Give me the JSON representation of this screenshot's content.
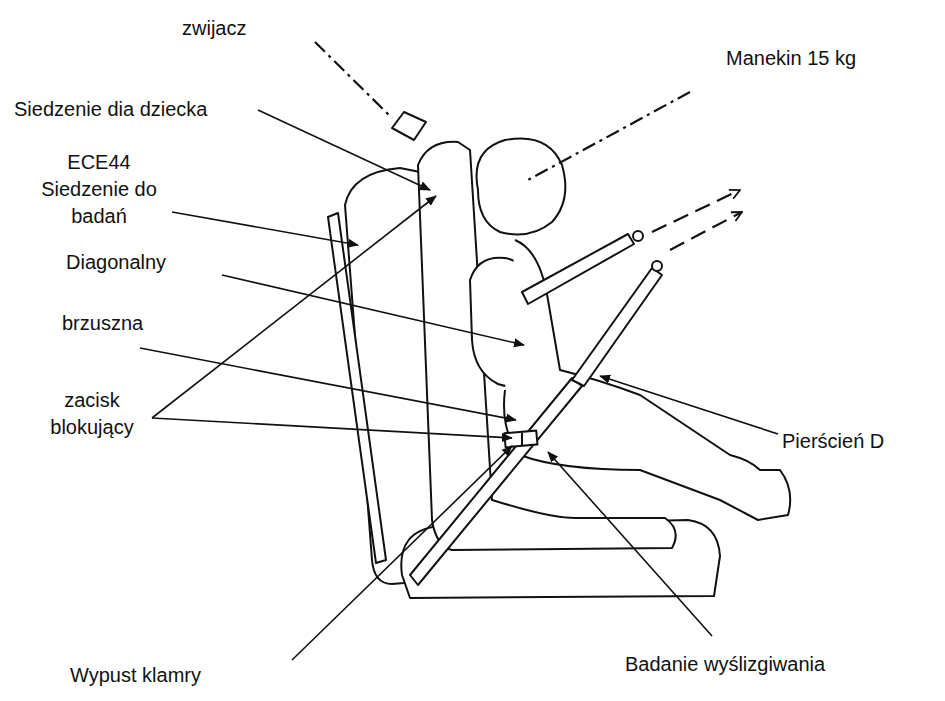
{
  "diagram": {
    "labels": [
      "zwijacz",
      "Manekin 15 kg",
      "Siedzenie dia dziecka",
      "ECE44 Siedzenie do badań",
      "Diagonalny",
      "brzuszna",
      "zacisk blokujący",
      "Pierścień D",
      "Wypust klamry",
      "Badanie wyślizgiwania"
    ]
  }
}
